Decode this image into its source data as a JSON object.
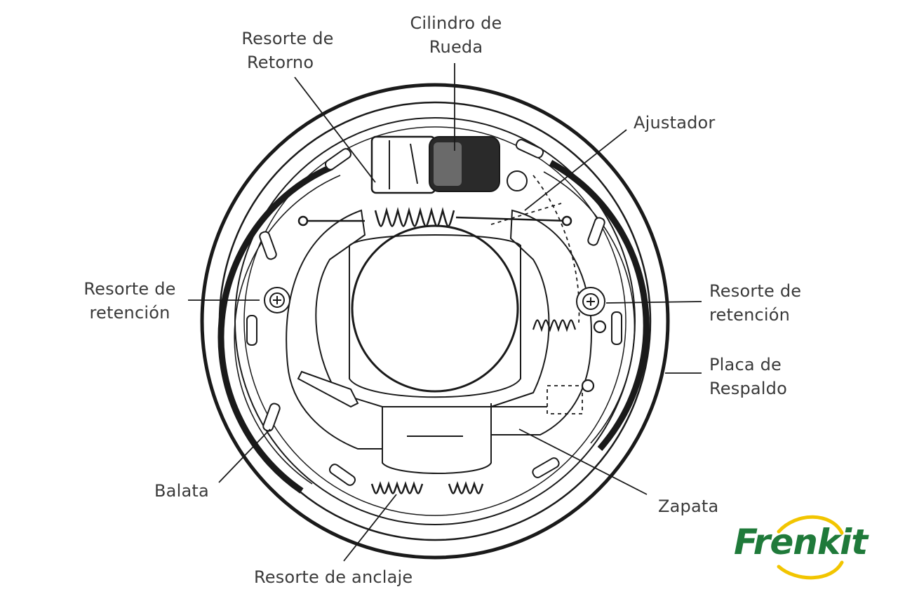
{
  "labels": {
    "resorte_retorno": [
      "Resorte de",
      "Retorno"
    ],
    "cilindro_rueda": [
      "Cilindro de",
      "Rueda"
    ],
    "ajustador": "Ajustador",
    "resorte_retencion_left": [
      "Resorte de",
      "retención"
    ],
    "resorte_retencion_right": [
      "Resorte de",
      "retención"
    ],
    "placa_respaldo": [
      "Placa de",
      "Respaldo"
    ],
    "balata": "Balata",
    "zapata": "Zapata",
    "resorte_anclaje": "Resorte de anclaje"
  },
  "logo": {
    "text": "Frenkit",
    "color": "#1f7a3a",
    "accent": "#f2c500"
  },
  "colors": {
    "line": "#1a1a1a",
    "text": "#3a3a3a",
    "dark_fill": "#2a2a2a"
  }
}
